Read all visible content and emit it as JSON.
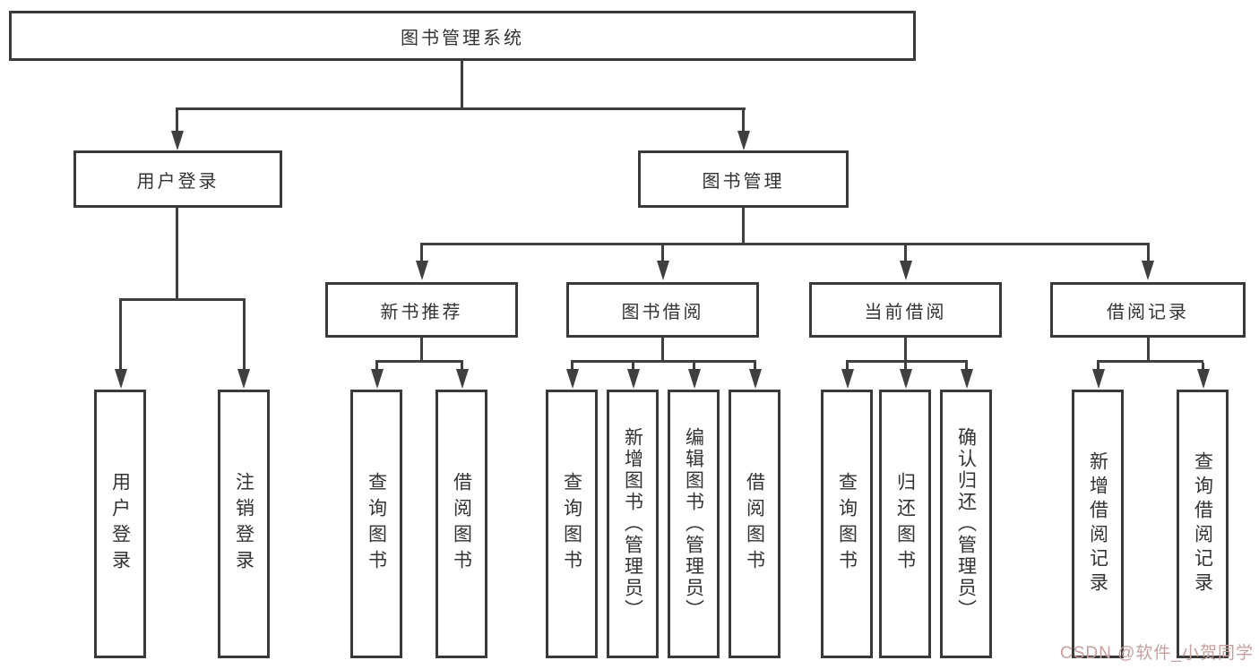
{
  "tree": {
    "root": "图书管理系统",
    "login": {
      "label": "用户登录",
      "leaves": [
        "用户登录",
        "注销登录"
      ]
    },
    "manage": {
      "label": "图书管理",
      "groups": [
        {
          "label": "新书推荐",
          "leaves": [
            "查询图书",
            "借阅图书"
          ]
        },
        {
          "label": "图书借阅",
          "leaves": [
            "查询图书",
            "新增图书（管理员）",
            "编辑图书（管理员）",
            "借阅图书"
          ]
        },
        {
          "label": "当前借阅",
          "leaves": [
            "查询图书",
            "归还图书",
            "确认归还（管理员）"
          ]
        },
        {
          "label": "借阅记录",
          "leaves": [
            "新增借阅记录",
            "查询借阅记录"
          ]
        }
      ]
    }
  },
  "watermark": {
    "text": "CSDN @软件_小贺同学"
  },
  "colors": {
    "line": "#3f3f3f",
    "box_border": "#3a3a3a",
    "text": "#333333",
    "watermark": "#c79f9f",
    "background": "#ffffff"
  }
}
